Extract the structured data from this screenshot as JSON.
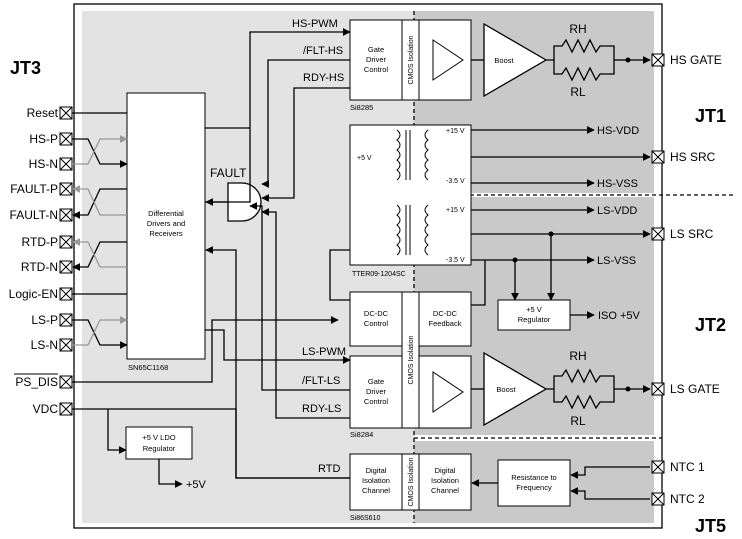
{
  "connectors": {
    "jt3": "JT3",
    "jt1": "JT1",
    "jt2": "JT2",
    "jt5": "JT5"
  },
  "left_pins": [
    "Reset",
    "HS-P",
    "HS-N",
    "FAULT-P",
    "FAULT-N",
    "RTD-P",
    "RTD-N",
    "Logic-EN",
    "LS-P",
    "LS-N",
    "PS_DIS",
    "VDC"
  ],
  "right_pins": {
    "hs_gate": "HS GATE",
    "hs_src": "HS SRC",
    "ls_src": "LS SRC",
    "ls_gate": "LS GATE",
    "ntc1": "NTC 1",
    "ntc2": "NTC 2"
  },
  "signals": {
    "hs_pwm": "HS-PWM",
    "flt_hs": "/FLT-HS",
    "rdy_hs": "RDY-HS",
    "ls_pwm": "LS-PWM",
    "flt_ls": "/FLT-LS",
    "rdy_ls": "RDY-LS",
    "rtd": "RTD",
    "fault": "FAULT",
    "hs_vdd": "HS-VDD",
    "hs_vss": "HS-VSS",
    "ls_vdd": "LS-VDD",
    "ls_vss": "LS-VSS",
    "iso5": "ISO +5V",
    "plus5": "+5V",
    "rh1": "RH",
    "rl1": "RL",
    "rh2": "RH",
    "rl2": "RL",
    "p15a": "+15 V",
    "m35a": "-3.5 V",
    "p15b": "+15 V",
    "m35b": "-3.5 V",
    "p5v": "+5 V"
  },
  "blocks": {
    "diff_a": "Differential",
    "diff_b": "Drivers and",
    "diff_c": "Receivers",
    "sn65": "SN65C1168",
    "gd1_a": "Gate",
    "gd1_b": "Driver",
    "gd1_c": "Control",
    "gd2_a": "Gate",
    "gd2_b": "Driver",
    "gd2_c": "Control",
    "cmos1": "CMOS Isolation",
    "cmos2": "CMOS Isolation",
    "cmos3": "CMOS Isolation",
    "si8285": "Si8285",
    "si8284": "Si8284",
    "si86s610": "Si86S610",
    "boost1": "Boost",
    "boost2": "Boost",
    "tter": "TTER09-1204SC",
    "dcc_a": "DC-DC",
    "dcc_b": "Control",
    "dcf_a": "DC-DC",
    "dcf_b": "Feedback",
    "reg5_a": "+5 V",
    "reg5_b": "Regulator",
    "ldo_a": "+5 V LDO",
    "ldo_b": "Regulator",
    "dic1_a": "Digital",
    "dic1_b": "Isolation",
    "dic1_c": "Channel",
    "dic2_a": "Digital",
    "dic2_b": "Isolation",
    "dic2_c": "Channel",
    "r2f_a": "Resistance to",
    "r2f_b": "Frequency"
  }
}
